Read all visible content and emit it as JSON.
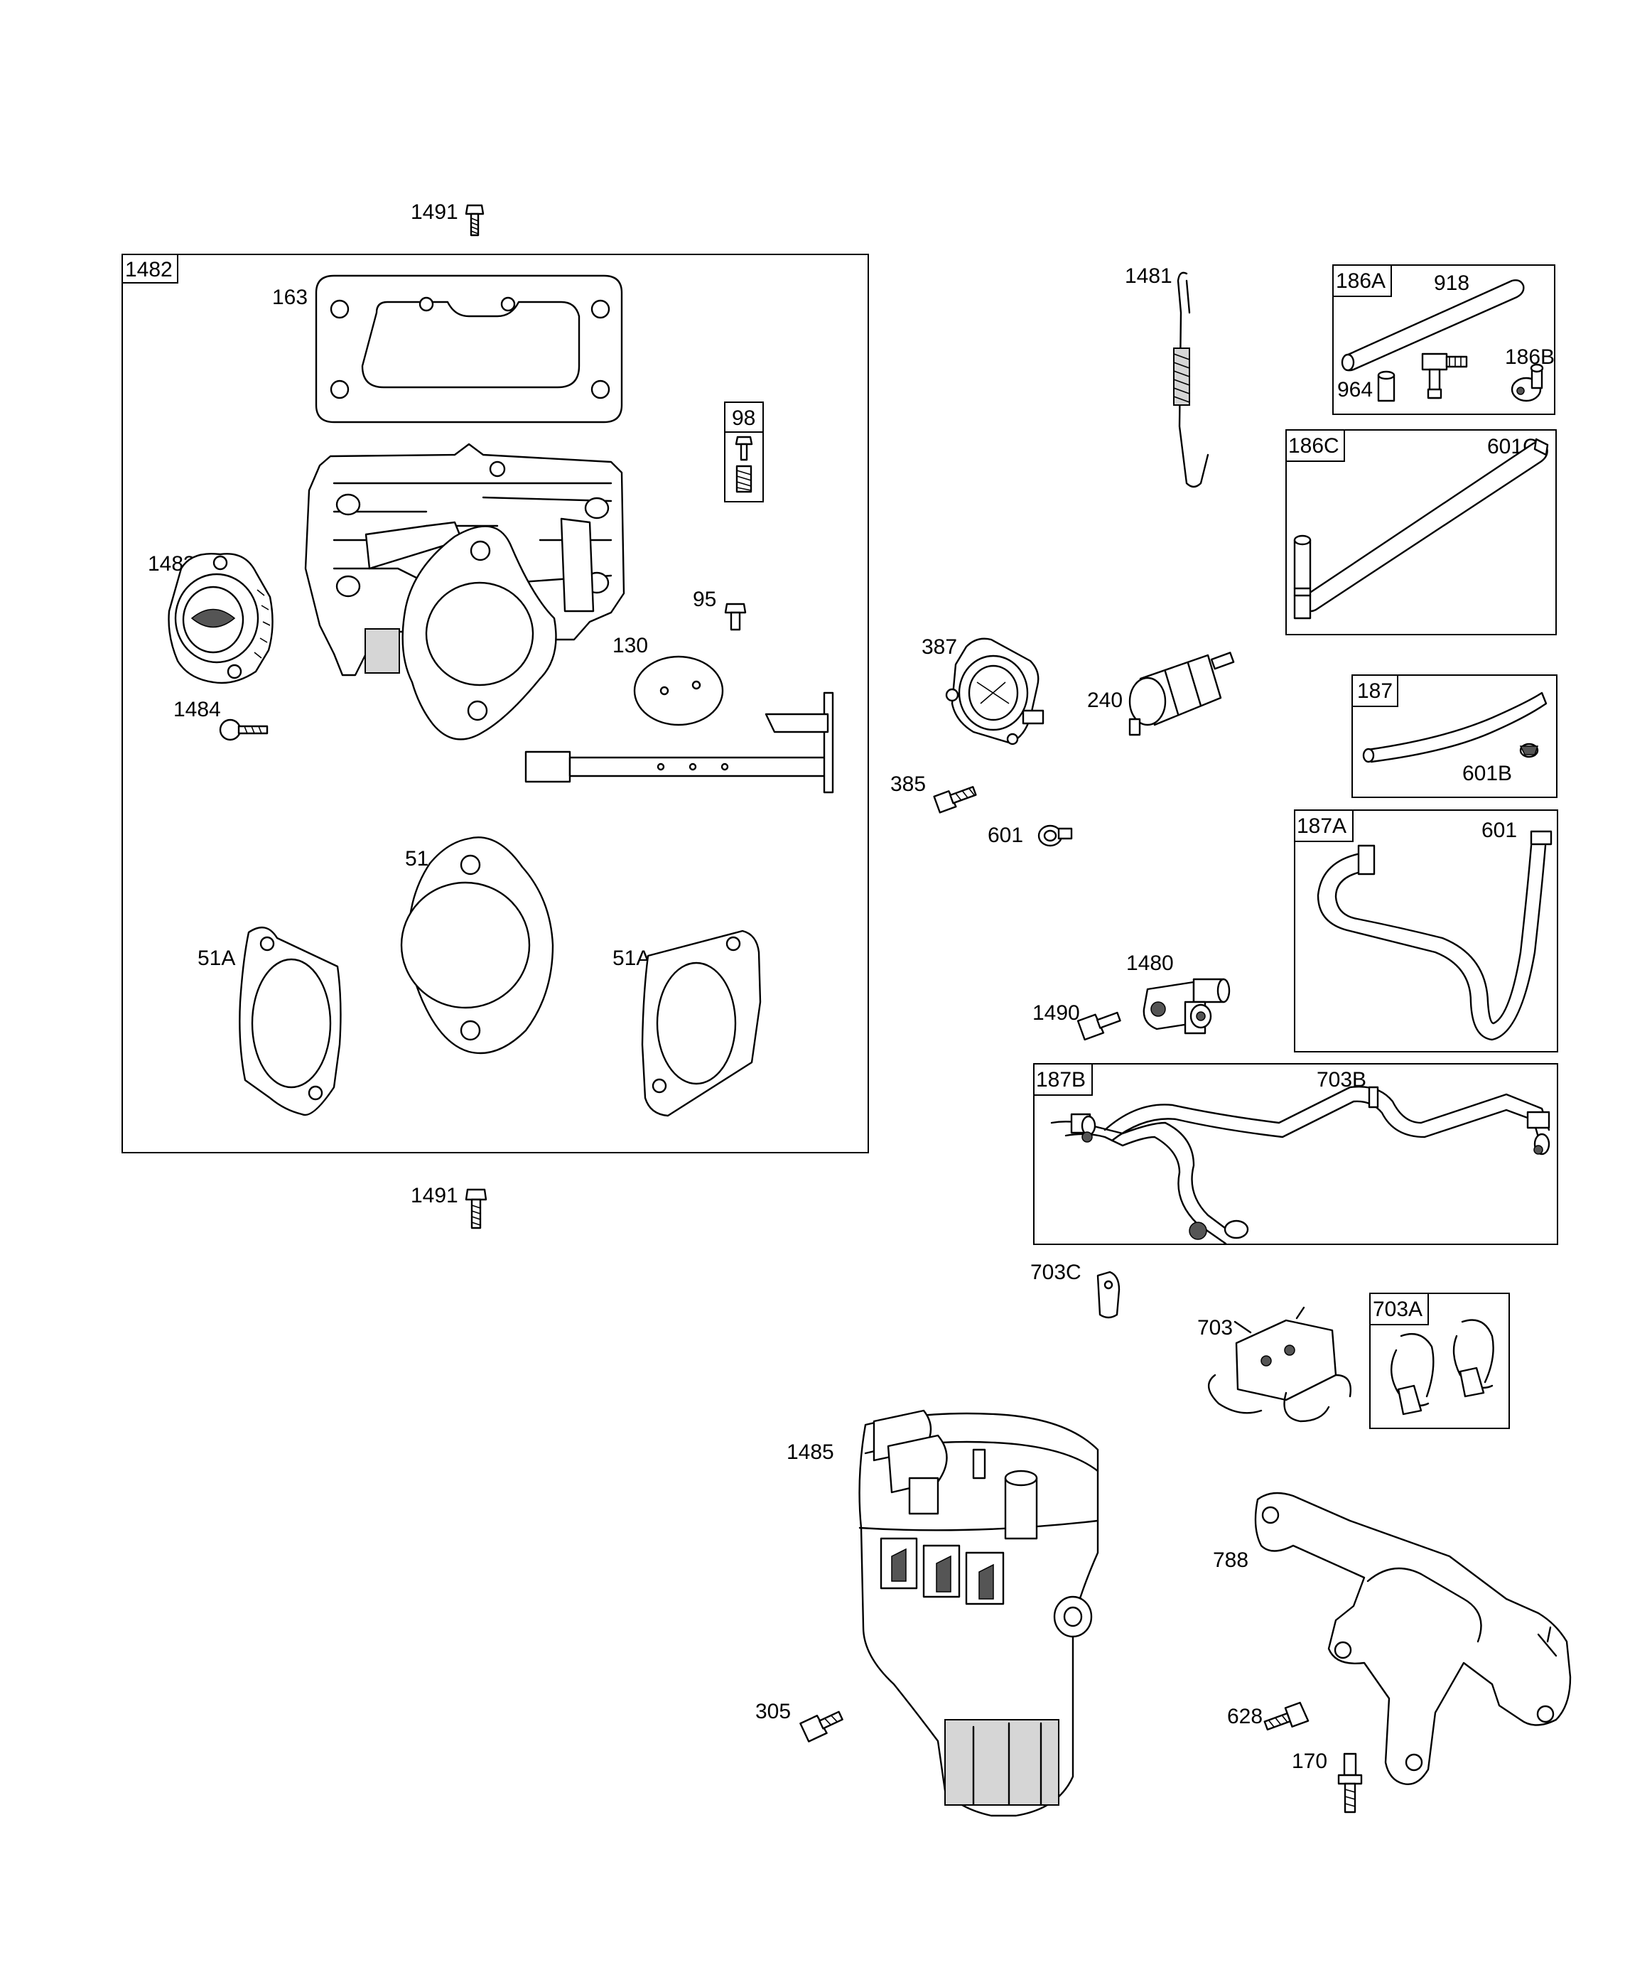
{
  "callouts": {
    "c1491_top": "1491",
    "c1491_bottom": "1491",
    "c1482": "1482",
    "c163": "163",
    "c98": "98",
    "c1483": "1483",
    "c95": "95",
    "c130": "130",
    "c1484": "1484",
    "c51": "51",
    "c51A_left": "51A",
    "c51A_right": "51A",
    "c1481": "1481",
    "c186A": "186A",
    "c918": "918",
    "c964": "964",
    "c186B": "186B",
    "c186C": "186C",
    "c601C": "601C",
    "c387": "387",
    "c240": "240",
    "c187": "187",
    "c601B": "601B",
    "c385": "385",
    "c601_clamp": "601",
    "c187A": "187A",
    "c601_hose": "601",
    "c1480": "1480",
    "c1490": "1490",
    "c187B": "187B",
    "c703B": "703B",
    "c703C": "703C",
    "c703": "703",
    "c703A": "703A",
    "c1485": "1485",
    "c788": "788",
    "c305": "305",
    "c628": "628",
    "c170": "170"
  },
  "colors": {
    "line": "#000000",
    "background": "#ffffff",
    "shade": "#d6d6d6"
  }
}
